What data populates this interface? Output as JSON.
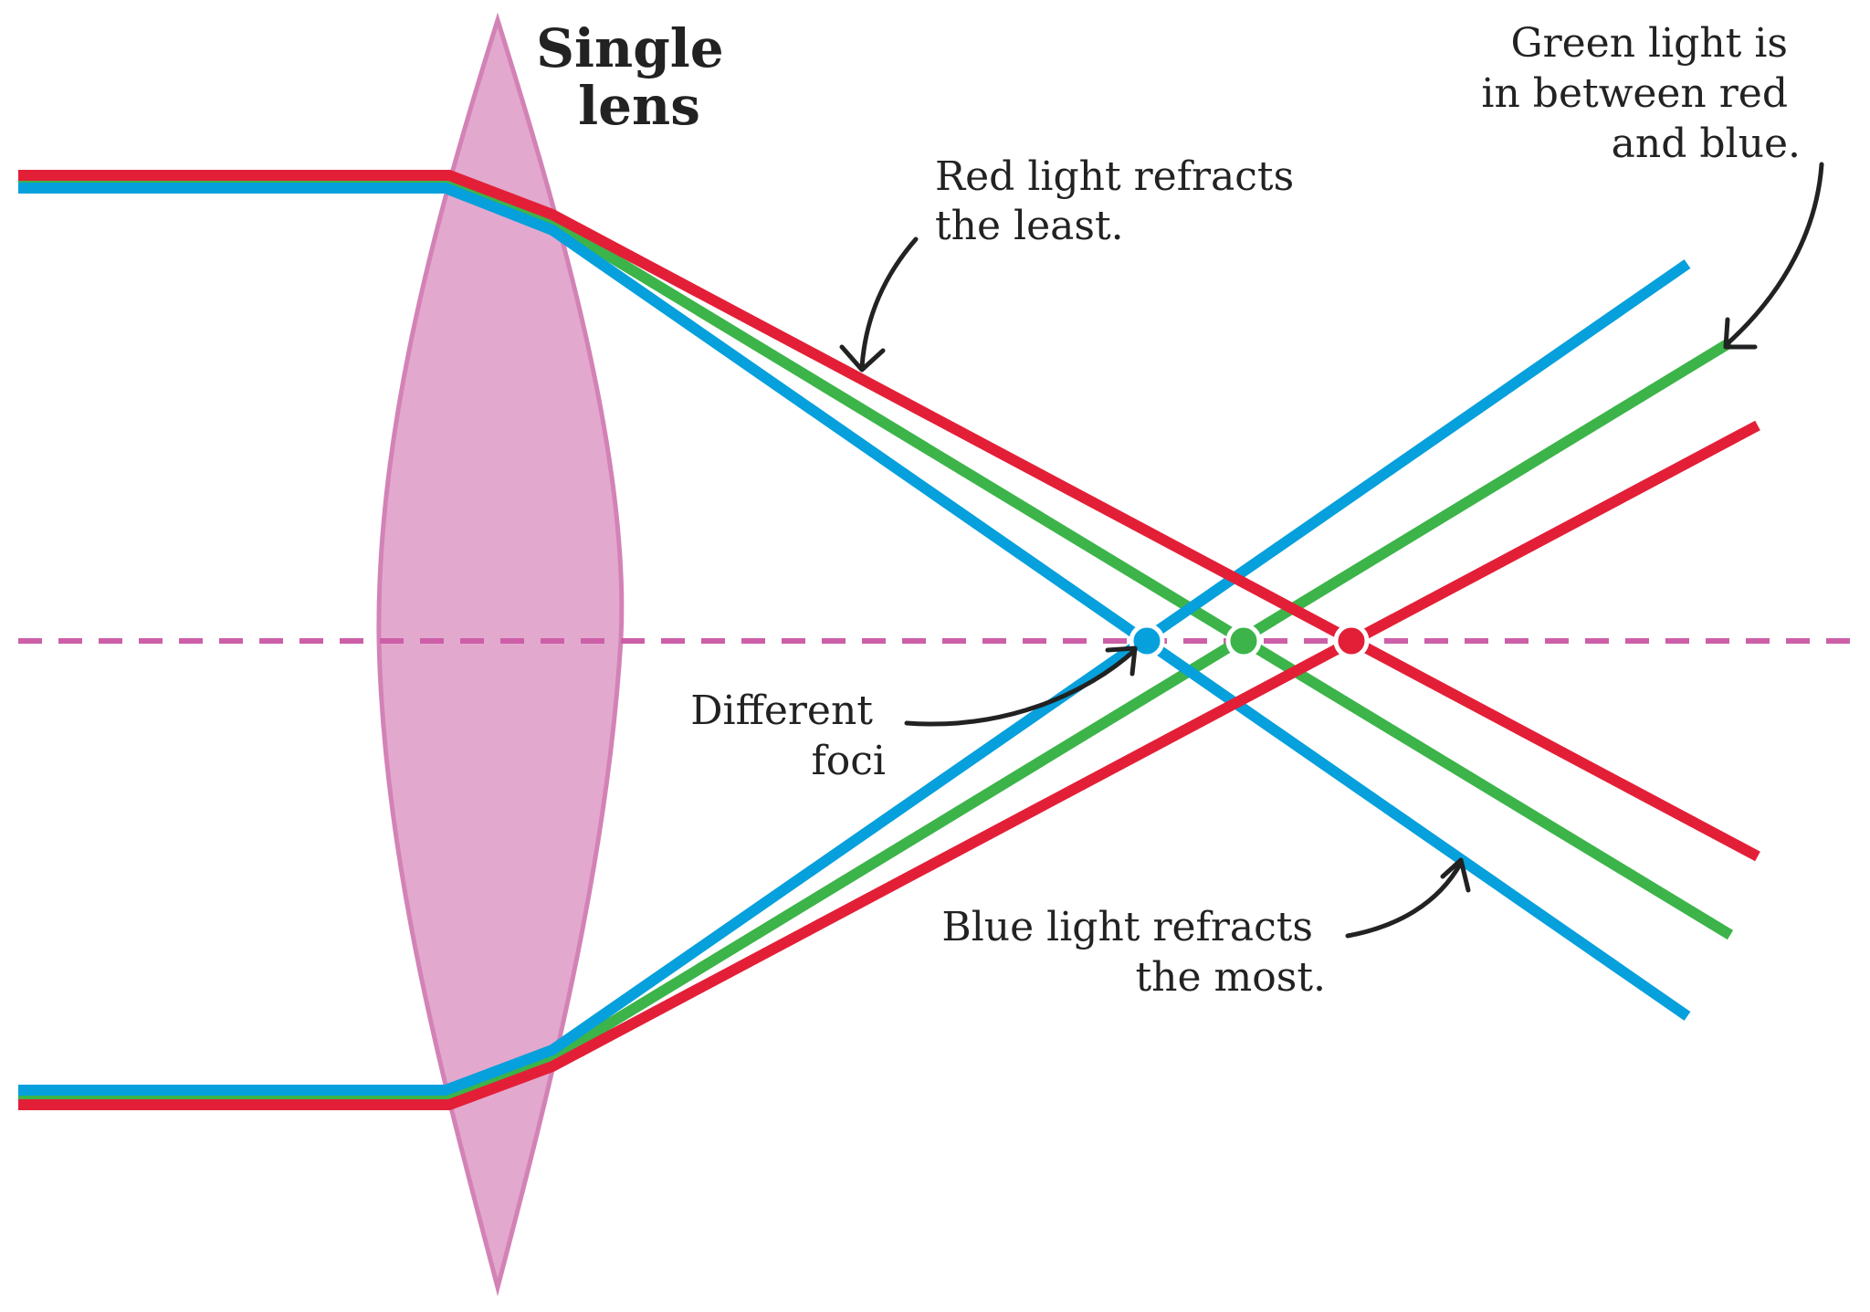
{
  "title": {
    "line1": "Single",
    "line2": "lens"
  },
  "labels": {
    "red": [
      "Red light refracts",
      "the least."
    ],
    "green": [
      "Green light is",
      "in between red",
      "and blue."
    ],
    "blue": [
      "Blue light refracts",
      "the most."
    ],
    "foci": [
      "Different",
      "foci"
    ]
  },
  "colors": {
    "lens_fill": "#e3a8ce",
    "lens_stroke": "#d382b6",
    "axis": "#cc5fa7",
    "red": "#e31f37",
    "green": "#3cb449",
    "blue": "#06a0dc",
    "text": "#222222"
  }
}
